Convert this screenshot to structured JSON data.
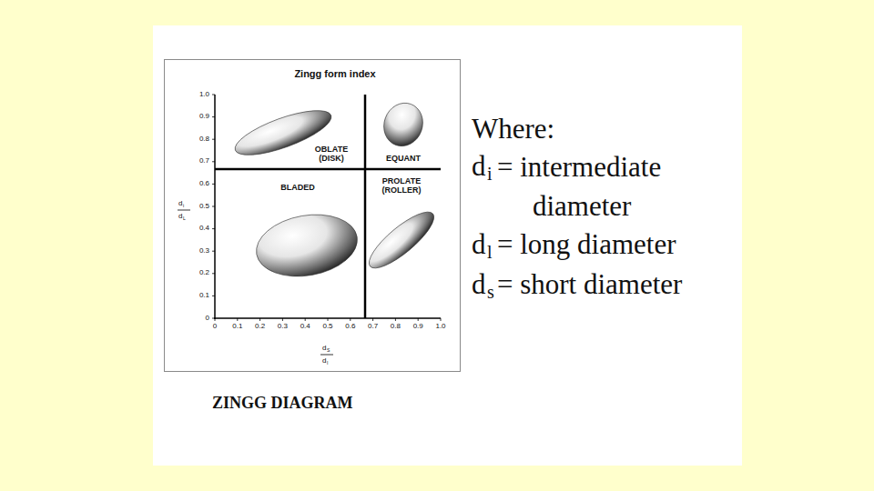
{
  "diagram": {
    "title": "Zingg form index",
    "caption": "ZINGG DIAGRAM",
    "labels": [
      "1.0",
      "0.9",
      "0.8",
      "0.7",
      "0.6",
      "0.5",
      "0.4",
      "0.3",
      "0.2",
      "0.1",
      "0",
      "0",
      "0.1",
      "0.2",
      "0.3",
      "0.4",
      "0.5",
      "0.6",
      "0.7",
      "0.8",
      "0.9",
      "1.0",
      "OBLATE (DISK)",
      "EQUANT",
      "BLADED",
      "PROLATE (ROLLER)",
      "d",
      "i",
      "d",
      "L",
      "d",
      "S",
      "d",
      "I",
      "Where:",
      "d",
      "i",
      "= intermediate diameter",
      "d",
      "l",
      "= long diameter",
      "d",
      "s",
      "= short diameter"
    ]
  }
}
